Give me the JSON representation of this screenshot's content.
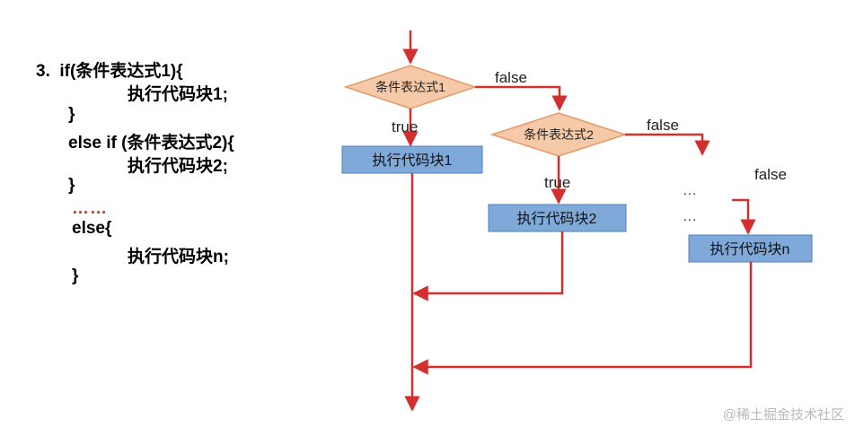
{
  "code": {
    "lines": [
      "3.  if(条件表达式1){",
      "执行代码块1;",
      "}",
      "else if (条件表达式2){",
      "执行代码块2;",
      "}",
      "else{",
      "执行代码块n;",
      "}"
    ],
    "dots": "……"
  },
  "flow": {
    "decision1": "条件表达式1",
    "decision2": "条件表达式2",
    "block1": "执行代码块1",
    "block2": "执行代码块2",
    "blockn": "执行代码块n",
    "true1": "true",
    "true2": "true",
    "false1": "false",
    "false2": "false",
    "false3": "false",
    "ellipsis": "…"
  },
  "colors": {
    "arrow": "#d32f2f",
    "diamond_fill": "#f6c9a8",
    "diamond_stroke": "#e59a6a",
    "block_fill": "#7fa9d9",
    "block_stroke": "#4f81bd"
  },
  "watermark": "@稀土掘金技术社区"
}
